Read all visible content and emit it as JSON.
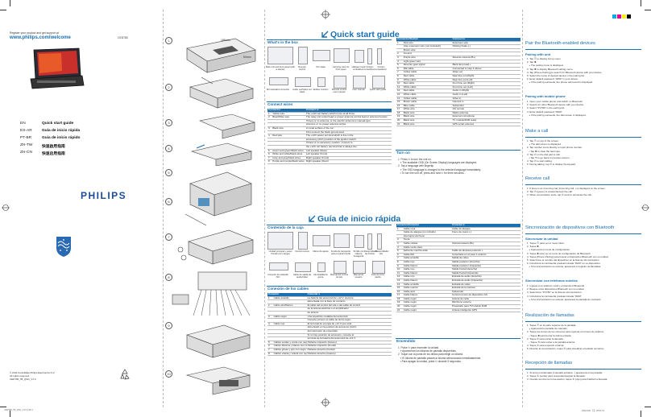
{
  "cover": {
    "register": "Register your product and get support at",
    "url": "www.philips.com/welcome",
    "model": "CED780",
    "brand": "PHILIPS",
    "languages": [
      {
        "code": "EN",
        "name": "Quick start guide"
      },
      {
        "code": "ES-AR",
        "name": "Guía de inicio rápida"
      },
      {
        "code": "PT-BR",
        "name": "Guia de início rápido"
      },
      {
        "code": "ZH-TW",
        "name": "快速啟用指南"
      },
      {
        "code": "ZH-CN",
        "name": "快速启用指南"
      }
    ],
    "copyright": "© 2011 Koninklijke Philips Electronics N.V.",
    "rights": "All rights reserved.",
    "docid": "CED780_55_QSG_V1.0"
  },
  "diagrams": {
    "steps": [
      "1",
      "2",
      "3",
      "4",
      "5",
      "6",
      "7",
      "8",
      "9",
      "10"
    ],
    "dim1": "188mm",
    "dim2": "50mm"
  },
  "en": {
    "title": "Quick start guide",
    "whats_in_box": "What's in the box",
    "box_items": [
      "Main unit and front panel (with a sleeve)",
      "Remote control",
      "Trim plate",
      "Carrying case for front panel",
      "Halogen head screwdriver",
      "Friction screwdriver",
      "Friction screwdriver"
    ],
    "box_items2": [
      "ISO standard connector",
      "Audio out/Video out cable",
      "Rubber cushion",
      "Remote control user manual",
      "User manual",
      "Quick start guide"
    ],
    "connect_wires": "Connect wires",
    "connect_head": [
      "Connector",
      "Connect to"
    ],
    "connect_rows": [
      [
        "1",
        "Yellow wire",
        "The +12V car battery which is live at all times."
      ],
      [
        "2",
        "Blue/White wire",
        "The relay coil control lead or power antenna control lead or antenna booster."
      ],
      [
        "",
        "",
        "If there is no antenna, or the electric antenna is manual-type"
      ],
      [
        "",
        "",
        "antenna, or no power antenna output."
      ],
      [
        "3",
        "Black wire",
        "A metal surface of the car."
      ],
      [
        "",
        "",
        "First connect the black ground lead."
      ],
      [
        "4",
        "Red wire",
        "The +12V power terminal which is live in the"
      ],
      [
        "",
        "",
        "accessory (ACC) position of the ignition switch."
      ],
      [
        "",
        "",
        "If there is no accessory position, connect to"
      ],
      [
        "",
        "",
        "the +12V car battery terminal that is always live."
      ],
      [
        "5",
        "Green and green/black wires",
        "Left speaker (Rear)"
      ],
      [
        "6",
        "White and white/black wires",
        "Left speaker (Front)"
      ],
      [
        "7",
        "Gray and gray/black wires",
        "Right speaker (Front)"
      ],
      [
        "8",
        "Purple and purple/black wires",
        "Right speaker (Rear)"
      ]
    ],
    "table_head": [
      "Connector/Socket",
      "Connect to"
    ],
    "table_rows": [
      [
        "1",
        "Pink wire",
        "Extension wire"
      ],
      [
        "",
        "(Use extension wire (not included))",
        "Parking brake (-)"
      ],
      [
        "",
        "Brown wire",
        ""
      ],
      [
        "2",
        "Ground",
        ""
      ],
      [
        "3",
        "Purple wire",
        "Reverse camera (B+)"
      ],
      [
        "4",
        "Light green wire",
        ""
      ],
      [
        "5",
        "Reverse gear signal",
        "Back lamp lead +"
      ],
      [
        "6",
        "IR2 cable",
        "Connected to step 1 above"
      ],
      [
        "7",
        "Yellow cable",
        "Video out"
      ],
      [
        "8",
        "Red cable",
        "Rear line out (Right)"
      ],
      [
        "9",
        "White cable",
        "Rear line out (Left)"
      ],
      [
        "10",
        "Red cable",
        "Front line out (Right)"
      ],
      [
        "11",
        "White cable",
        "Front line out (Left)"
      ],
      [
        "12",
        "Red cable",
        "Audio in (Right)"
      ],
      [
        "13",
        "White cable",
        "Audio in (Left)"
      ],
      [
        "14",
        "Yellow cable",
        "Video in"
      ],
      [
        "15",
        "Brown cable",
        "Camera in"
      ],
      [
        "16",
        "Blue cable",
        "Subwoofer"
      ],
      [
        "17",
        "White wire",
        "GS remote"
      ],
      [
        "18",
        "Black wire",
        "Radio antenna"
      ],
      [
        "19",
        "Black wire",
        "External microphone"
      ],
      [
        "20",
        "Black wire",
        "TV module/DAB ready"
      ],
      [
        "21",
        "Black wire",
        "GPS smart antenna"
      ]
    ],
    "turn_on": "Turn on",
    "turn_on_steps": [
      "1  Press ⏻ to turn the unit on.",
      "   » The available OSD (On Screen Display) languages are displayed.",
      "2  Tap a language with fingertip.",
      "   » The OSD language is changed to the selected language immediately.",
      "   • To turn the unit off, press and hold ⏻ for three seconds."
    ],
    "pair_title": "Pair the Bluetooth-enabled devices",
    "pair_sub": "Pairing with unit",
    "pair_steps": [
      "1  Tap ☰ to display home menu.",
      "2  Tap ✱.",
      "   » The setting menu is displayed.",
      "3  Tap ✱ to display Bluetooth setting menu.",
      "4  Tap [Phone Pairing] to search for Bluetooth device with your device.",
      "5  Select the name of desired device in the pairing list.",
      "6  Enter default password \"0000\" in your device.",
      "   » If the pairing succeeds, the phone call record is displayed."
    ],
    "mobile_sub": "Pairing with mobile phone",
    "mobile_steps": [
      "1  Open your mobile phone and switch on Bluetooth.",
      "2  Search for other Bluetooth device with your device.",
      "3  Select \"PV780\" in the pairing list.",
      "4  Enter default password \"0000\".",
      "   » If the pairing succeeds, the dial screen is displayed."
    ],
    "call_title": "Make a call",
    "call_steps": [
      "1  Tap ☰ on top of the screen.",
      "   » The dial screen is displayed.",
      "2  Tap number icons directly to input phone number.",
      "   • Tap ✖ to clear the last input.",
      "3  Tap ✆ on the dial pad to call.",
      "   • Tap ⟲ to go back to previous screen.",
      "4  Tap ✆ to start calling.",
      "5  During talking, tap ✆ to display the keypad."
    ],
    "receive_title": "Receive call",
    "receive_steps": [
      "1  If there is an incoming call, [Incoming call...] is displayed on the screen.",
      "2  Tap ✆ (green) to answer/accept the call.",
      "3  When conversation ends, tap ✆ (red) to terminate the call."
    ]
  },
  "es": {
    "title": "Guía de inicio rápida",
    "whats_in_box": "Contenido de la caja",
    "box_items": [
      "Unidad principal y panel frontal (con manga)",
      "Control remoto",
      "Marco de ajuste",
      "Funda de transporte para el panel frontal",
      "Tornillo con cabeza hexagonal",
      "Destornillador de fricción",
      "Destornillador (2x)"
    ],
    "box_items2": [
      "Conector de estándar ISO",
      "Cable de salida de audio/vídeo",
      "Almohadilla de goma",
      "Manual del control remoto",
      "Manual de usuario",
      "Guía de inicio rápido"
    ],
    "connect_wires": "Conexión de los cables",
    "connect_head": [
      "Conector",
      "Conectar a"
    ],
    "connect_rows": [
      [
        "1",
        "Cable amarillo",
        "La batería del automóvil de +12 V, siempre"
      ],
      [
        "",
        "",
        "alimentada con la llave de contacto"
      ],
      [
        "2",
        "Cable azul/blanco",
        "El cable del control del relé o del cable de control"
      ],
      [
        "",
        "",
        "de la antena eléctrica o el amplificador"
      ],
      [
        "",
        "",
        "de antena."
      ],
      [
        "3",
        "Cable negro",
        "Una superficie metálica del automóvil."
      ],
      [
        "",
        "",
        "Conecte primero el cable de tierra negro"
      ],
      [
        "4",
        "Cable rojo",
        "El terminal de energía de +12 V que está"
      ],
      [
        "",
        "",
        "alimentado en la posición de accesorio (ACC)"
      ],
      [
        "",
        "",
        "del interruptor de encendido."
      ],
      [
        "",
        "",
        "Si no hay posición de accesorio, conecte al"
      ],
      [
        "",
        "",
        "terminal de la batería del automóvil de +12 V."
      ],
      [
        "5",
        "Cables verdes y verde con negro",
        "Parlante izquierdo (trasero)"
      ],
      [
        "6",
        "Cables blancos y blanco con negro",
        "Parlante izquierdo (frontal)"
      ],
      [
        "7",
        "Cables grises y gris con negro",
        "Parlante derecho (frontal)"
      ],
      [
        "8",
        "Cables violeta y violeta con negro",
        "Parlante derecho (trasero)"
      ]
    ],
    "table_head": [
      "Conector/Conector",
      "Conectar a"
    ],
    "table_rows": [
      [
        "1",
        "Cable rosa",
        "Cable de alargue"
      ],
      [
        "",
        "Cable de alargue (no incluido)",
        "Freno de mano (-)"
      ],
      [
        "",
        "Interruptor del freno",
        ""
      ],
      [
        "2",
        "Tierra",
        ""
      ],
      [
        "3",
        "Cable violeta",
        "Cámara trasera (B+)"
      ],
      [
        "4",
        "Cable verde claro",
        ""
      ],
      [
        "5",
        "Señal de marcha atrás",
        "Cable de lámpara posterior +"
      ],
      [
        "6",
        "Cable IR2",
        "Conectado en el paso 1 anterior"
      ],
      [
        "7",
        "Cable amarillo",
        "Salida de vídeo"
      ],
      [
        "8",
        "Cable rojo",
        "Salida posterior (derecha)"
      ],
      [
        "9",
        "Cable blanco",
        "Salida posterior (izquierda)"
      ],
      [
        "10",
        "Cable rojo",
        "Salida frontal (derecha)"
      ],
      [
        "11",
        "Cable blanco",
        "Salida frontal (izquierda)"
      ],
      [
        "12",
        "Cable rojo",
        "Entrada de audio (derecha)"
      ],
      [
        "13",
        "Cable blanco",
        "Entrada de audio (izquierda)"
      ],
      [
        "14",
        "Cable amarillo",
        "Entrada de vídeo"
      ],
      [
        "15",
        "Cable marrón",
        "Entrada de la cámara"
      ],
      [
        "16",
        "Cable azul",
        "Subwoofer"
      ],
      [
        "17",
        "Cable blanco",
        "Control remoto de dispositivo GS"
      ],
      [
        "18",
        "Cable negro",
        "Antena de radio"
      ],
      [
        "19",
        "Cable negro",
        "Micrófono externo"
      ],
      [
        "20",
        "Cable negro",
        "Preparado para TV/módulo DAB"
      ],
      [
        "21",
        "Cable negro",
        "Antena inteligente GPS"
      ]
    ],
    "turn_on": "Encendido",
    "turn_on_steps": [
      "1  Pulse ⏻ para encender la unidad.",
      "   » Aparecerán los idiomas de pantalla disponibles.",
      "2  Toque con la punta de los dedos para elegir un idioma.",
      "   » El idioma de pantalla pasará al idioma seleccionado inmediatamente.",
      "   • Para apagar la unidad, pulse ⏻ durante 3 segundos."
    ],
    "pair_title": "Sincronización de dispositivos con Bluetooth",
    "pair_sub": "Sincronizar la unidad",
    "pair_steps": [
      "1  Toque ☰ para ver el menú inicio.",
      "2  Toque ✱.",
      "   » Aparecerá el menú de configuración.",
      "3  Toque ✱ para ver el menú de configuración de Bluetooth.",
      "4  Toque [Phone Pairing] para buscar el dispositivo Bluetooth con su unidad.",
      "5  Seleccione el nombre del dispositivo en la lista de sincronización.",
      "6  Introduzca la contraseña predeterminada \"0000\" en su dispositivo.",
      "   » Si la sincronización es exitosa, aparecerá el registro de llamadas."
    ],
    "mobile_sub": "Sincronizar con teléfonos móviles",
    "mobile_steps": [
      "1  Ingrese a su teléfono móvil y encienda el Bluetooth.",
      "2  Busque otros dispositivos Bluetooth con su unidad.",
      "3  Seleccione \"PV780\" en la lista de sincronización.",
      "4  Introduzca la contraseña predeterminada \"0000\".",
      "   » Si la sincronización es exitosa, aparecerá la pantalla de marcado."
    ],
    "call_title": "Realización de llamadas",
    "call_steps": [
      "1  Toque ☰ en la parte superior de la pantalla.",
      "   » Aparecerá la pantalla de marcado.",
      "2  Toque los iconos de los números para ingresar el número de teléfono.",
      "   • Toque ✖ para borrar la última entrada.",
      "3  Toque ✆ para iniciar la llamada.",
      "   • Toque ⟲ para volver a la pantalla anterior.",
      "4  Toque ✆ para empezar a llamar.",
      "5  Durante la conversación, toque ✆ para visualizar el teclado numérico."
    ],
    "receive_title": "Recepción de llamadas",
    "receive_steps": [
      "1  Si entra una llamada, [Llamada entrante...] aparecerá en la pantalla.",
      "2  Toque ✆ (verde) para responder/aceptar la llamada.",
      "3  Cuando termine la conversación, toque ✆ (rojo) para finalizar la llamada."
    ]
  },
  "footer": {
    "left": "CED780_55_QSG_V1.0.indd 1",
    "right": "2011/4/21 下午 03:57:13"
  }
}
